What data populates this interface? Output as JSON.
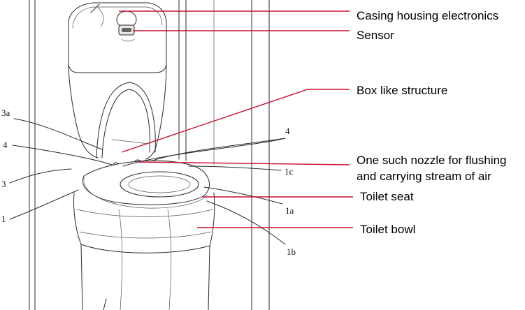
{
  "callouts": {
    "casing": "Casing  housing electronics",
    "sensor": "Sensor",
    "box": "Box like structure",
    "nozzle_line1": "One such nozzle for flushing",
    "nozzle_line2": "and carrying stream of air",
    "seat": "Toilet seat",
    "bowl": "Toilet bowl"
  },
  "reference_numerals": {
    "r3a": "3a",
    "r4_left": "4",
    "r3": "3",
    "r1": "1",
    "r4_right": "4",
    "r1c": "1c",
    "r1a": "1a",
    "r1b": "1b"
  },
  "colors": {
    "leader_line": "#c8102e",
    "drawing_ink": "#2a2a2a",
    "background": "#ffffff"
  }
}
